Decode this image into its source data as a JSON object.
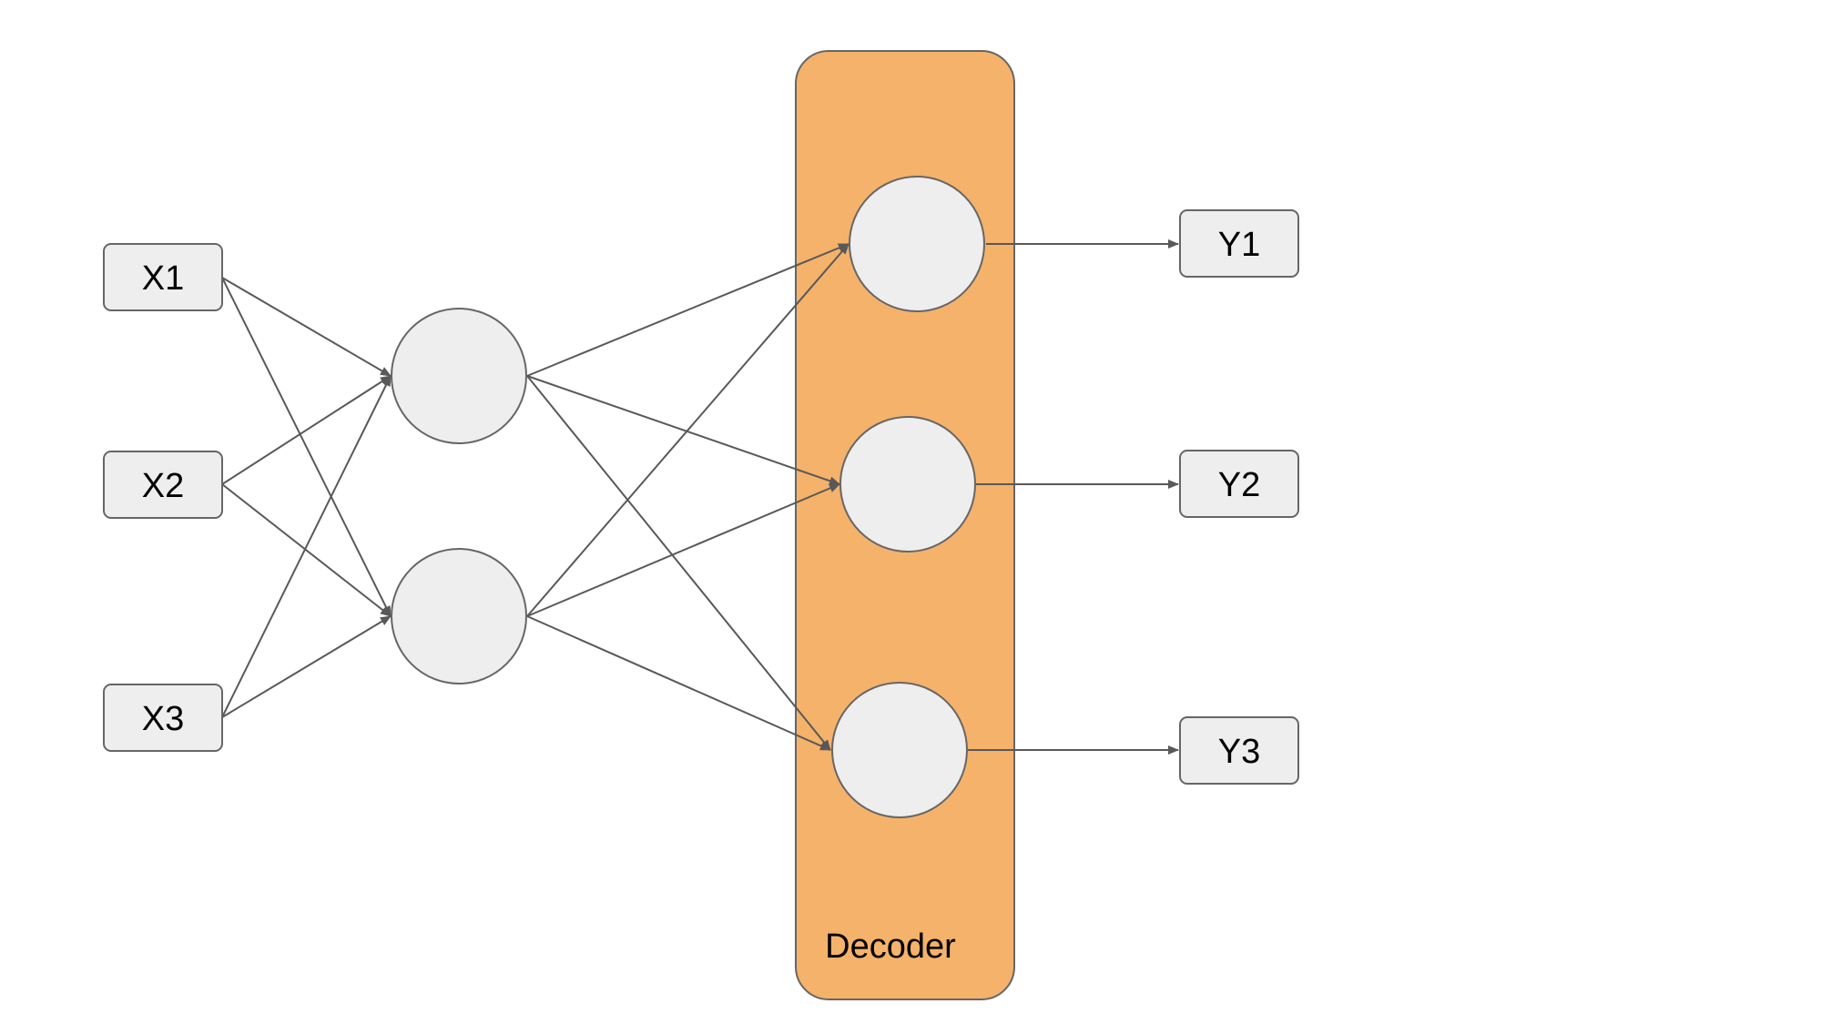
{
  "decoder": {
    "label": "Decoder",
    "color": "#f5b26b"
  },
  "inputs": [
    "X1",
    "X2",
    "X3"
  ],
  "outputs": [
    "Y1",
    "Y2",
    "Y3"
  ],
  "style": {
    "node_fill": "#eeeeee",
    "stroke": "#666666",
    "edge_color": "#595959"
  }
}
